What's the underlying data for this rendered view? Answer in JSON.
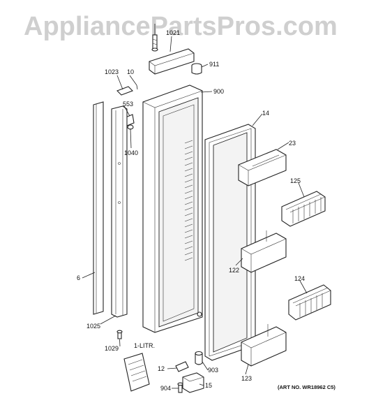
{
  "watermark": "AppliancePartsPros.com",
  "art_number": "(ART NO. WR18962 C5)",
  "callouts": {
    "c1021": "1021",
    "c911": "911",
    "c1023": "1023",
    "c10": "10",
    "c900": "900",
    "c553": "553",
    "c14": "14",
    "c1040": "1040",
    "c23": "23",
    "c125": "125",
    "c6": "6",
    "c122": "122",
    "c124": "124",
    "c1025": "1025",
    "c1029": "1029",
    "c1litr": "1-LITR.",
    "c12": "12",
    "c903": "903",
    "c123": "123",
    "c904": "904",
    "c15": "15"
  }
}
